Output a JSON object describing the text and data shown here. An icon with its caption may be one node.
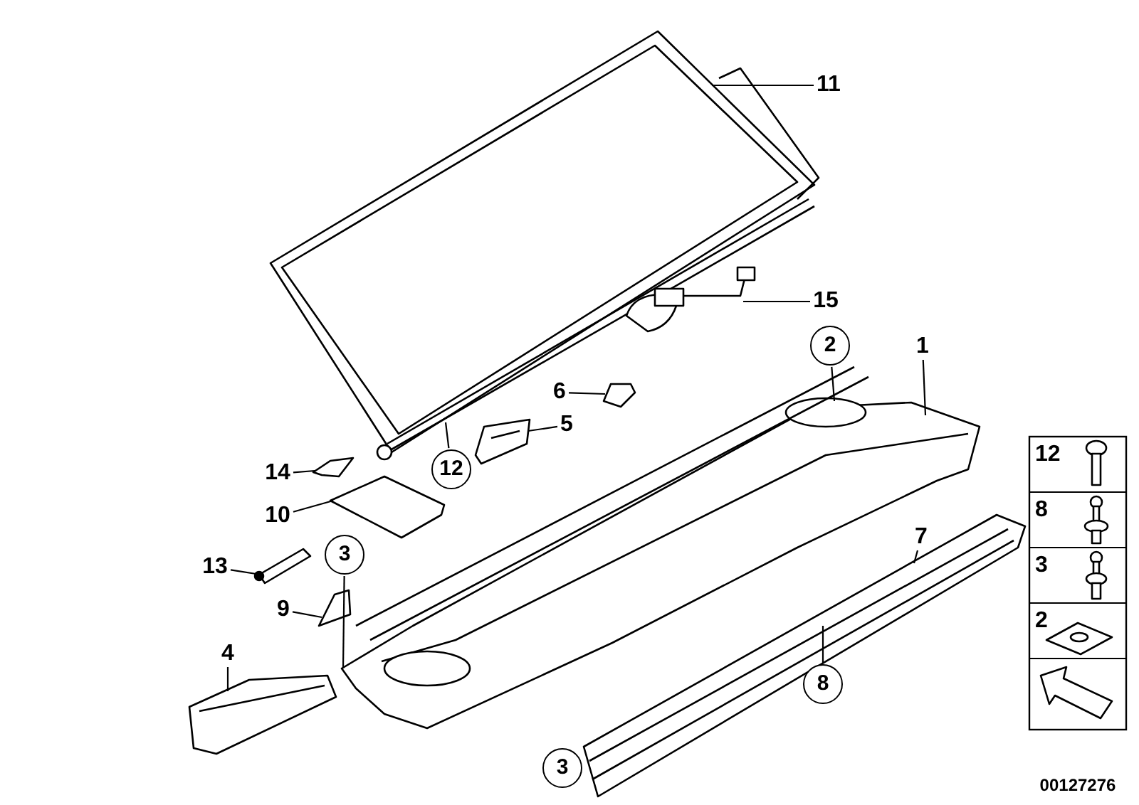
{
  "diagram": {
    "nodes": [
      {
        "text": [
          "11"
        ]
      },
      {
        "text": [],
        "shape": "picture"
      },
      {
        "text": [
          "15"
        ]
      },
      {
        "text": [],
        "shape": "picture"
      },
      {
        "text": [
          "1"
        ]
      },
      {
        "text": [],
        "shape": "picture"
      },
      {
        "text": [
          "2"
        ]
      },
      {
        "text": [
          "6"
        ]
      },
      {
        "text": [],
        "shape": "picture"
      },
      {
        "text": [
          "5"
        ]
      },
      {
        "text": [],
        "shape": "picture"
      },
      {
        "text": [
          "12"
        ]
      },
      {
        "text": [
          "14"
        ]
      },
      {
        "text": [],
        "shape": "picture"
      },
      {
        "text": [
          "10"
        ]
      },
      {
        "text": [],
        "shape": "picture"
      },
      {
        "text": [
          "3"
        ]
      },
      {
        "text": [
          "13"
        ]
      },
      {
        "text": [],
        "shape": "picture"
      },
      {
        "text": [
          "9"
        ]
      },
      {
        "text": [],
        "shape": "picture"
      },
      {
        "text": [
          "7"
        ]
      },
      {
        "text": [],
        "shape": "picture"
      },
      {
        "text": [
          "4"
        ]
      },
      {
        "text": [],
        "shape": "picture"
      },
      {
        "text": [
          "8"
        ]
      },
      {
        "text": [
          "3"
        ]
      }
    ],
    "edges": [
      {
        "from": 0,
        "to": 1,
        "arrow": "none"
      },
      {
        "from": 2,
        "to": 3,
        "arrow": "none"
      },
      {
        "from": 4,
        "to": 5,
        "arrow": "none"
      },
      {
        "from": 6,
        "to": 5,
        "arrow": "none"
      },
      {
        "from": 7,
        "to": 8,
        "arrow": "none"
      },
      {
        "from": 9,
        "to": 10,
        "arrow": "none"
      },
      {
        "from": 11,
        "to": 1,
        "arrow": "none"
      },
      {
        "from": 12,
        "to": 13,
        "arrow": "none"
      },
      {
        "from": 14,
        "to": 15,
        "arrow": "none"
      },
      {
        "from": 16,
        "to": 5,
        "arrow": "none"
      },
      {
        "from": 17,
        "to": 18,
        "arrow": "none"
      },
      {
        "from": 19,
        "to": 20,
        "arrow": "none"
      },
      {
        "from": 21,
        "to": 22,
        "arrow": "none"
      },
      {
        "from": 23,
        "to": 24,
        "arrow": "none"
      },
      {
        "from": 25,
        "to": 22,
        "arrow": "none"
      }
    ],
    "labels": [
      "12",
      "8",
      "3",
      "2",
      "00127276"
    ]
  }
}
